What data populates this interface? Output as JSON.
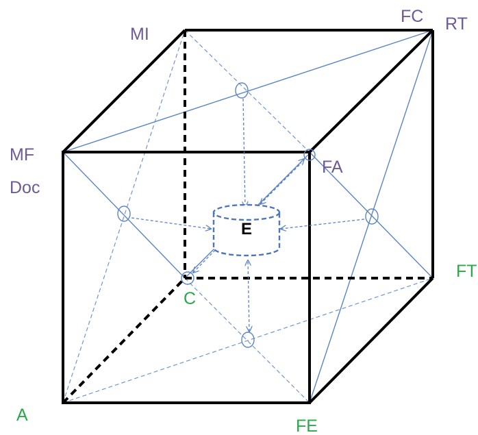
{
  "colors": {
    "edge": "#000000",
    "diagonal": "#5b84c4",
    "purple_label": "#6e5a95",
    "green_label": "#2aa84a",
    "center_label": "#000000"
  },
  "labels": {
    "mi": "MI",
    "fc": "FC",
    "rt": "RT",
    "mf": "MF",
    "doc": "Doc",
    "fa": "FA",
    "e": "E",
    "ft": "FT",
    "c": "C",
    "a": "A",
    "fe": "FE"
  }
}
